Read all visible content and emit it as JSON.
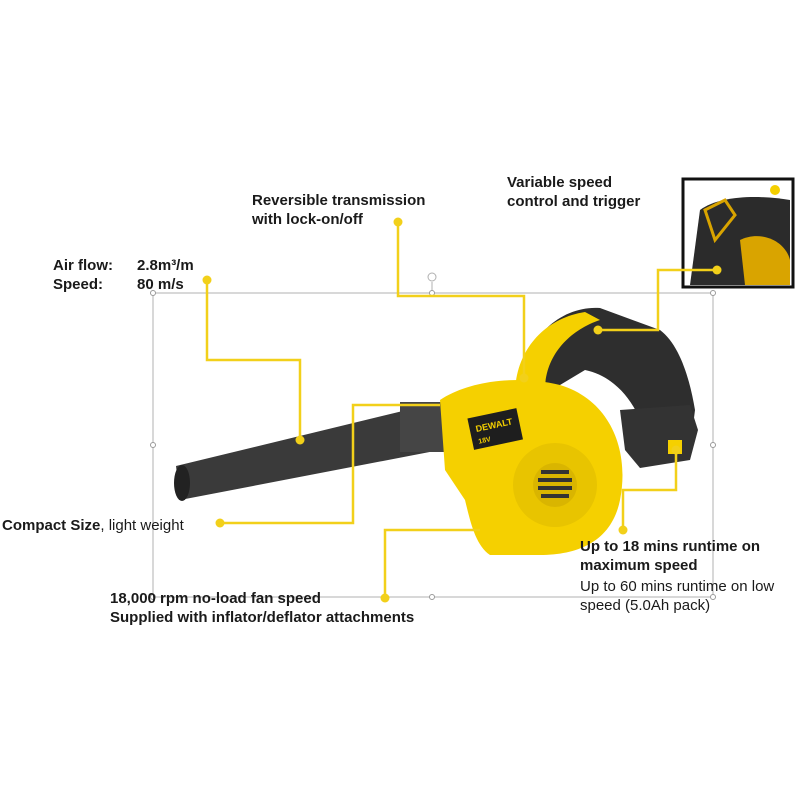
{
  "colors": {
    "accent": "#f2d01a",
    "tool_body": "#f5d000",
    "tool_dark": "#2e2e2e",
    "selection_box": "#b0b0b0"
  },
  "product": {
    "brand_logo": "DEWALT",
    "voltage_label": "18V"
  },
  "callouts": {
    "airflow_label": "Air flow:",
    "airflow_value": "2.8m³/m",
    "speed_label": "Speed:",
    "speed_value": "80 m/s",
    "reversible_1": "Reversible transmission",
    "reversible_2": "with lock-on/off",
    "variable_1": "Variable speed",
    "variable_2": "control and trigger",
    "compact_bold": "Compact Size",
    "compact_rest": ", light weight",
    "fan_speed": "18,000 rpm no-load fan speed",
    "attachments": "Supplied with inflator/deflator attachments",
    "runtime_max_1": "Up to 18 mins runtime on",
    "runtime_max_2": "maximum speed",
    "runtime_low_1": "Up to 60 mins runtime on low",
    "runtime_low_2": "speed (5.0Ah pack)"
  }
}
